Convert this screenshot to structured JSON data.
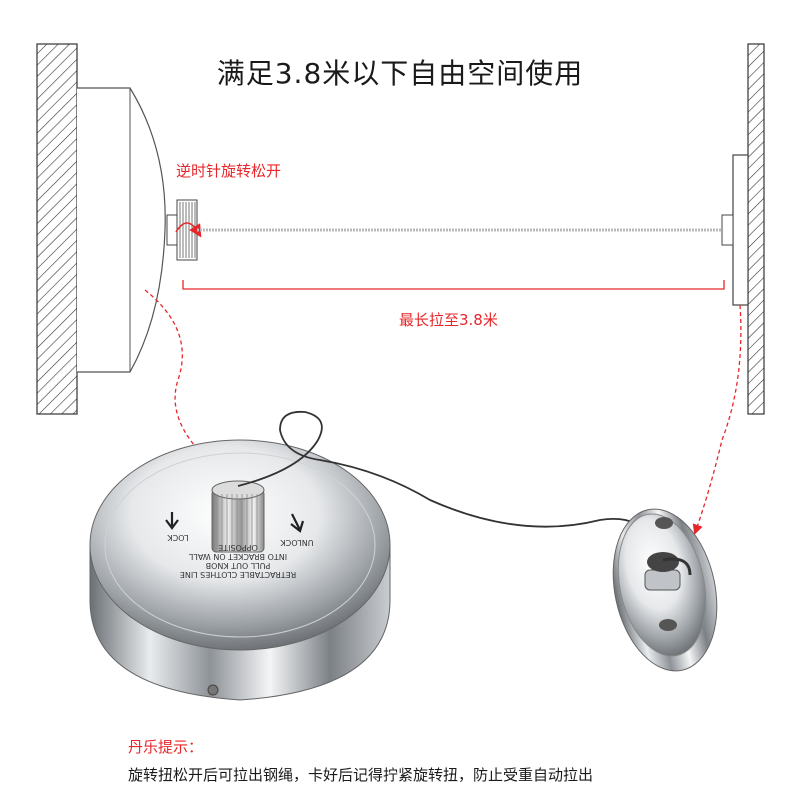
{
  "diagram": {
    "title": "满足3.8米以下自由空间使用",
    "rotate_label": "逆时针旋转松开",
    "length_label": "最长拉至3.8米"
  },
  "product": {
    "lock_label": "LOCK",
    "unlock_label": "UNLOCK",
    "instructions": [
      "RETRACTABLE CLOTHES LINE",
      "PULL OUT KNOB",
      "INTO BRACKET ON WALL",
      "OPPOSITE"
    ]
  },
  "tip": {
    "heading": "丹乐提示：",
    "text": "旋转扭松开后可拉出钢绳，卡好后记得拧紧旋转扭，防止受重自动拉出"
  },
  "colors": {
    "accent": "#e8262a",
    "text": "#1a1a1a"
  }
}
